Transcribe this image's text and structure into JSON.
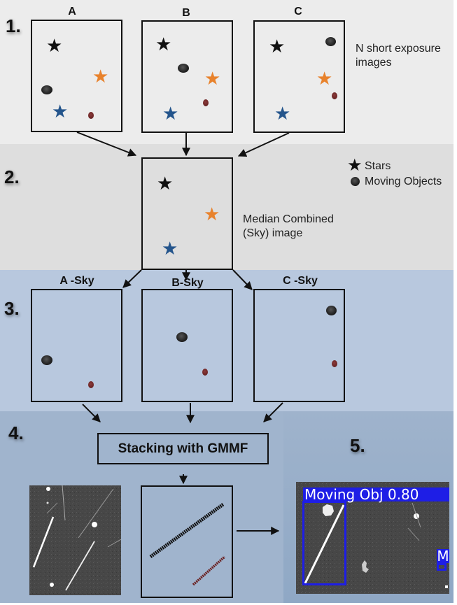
{
  "title": "Moving object detection pipeline",
  "steps": {
    "s1": {
      "number": "1.",
      "frames": [
        "A",
        "B",
        "C"
      ],
      "caption": "N short exposure images"
    },
    "s2": {
      "number": "2.",
      "caption": "Median Combined (Sky) image",
      "legend": [
        {
          "icon": "star-icon",
          "label": "Stars"
        },
        {
          "icon": "dot-icon",
          "label": "Moving Objects"
        }
      ]
    },
    "s3": {
      "number": "3.",
      "frames": [
        "A -Sky",
        "B-Sky",
        "C -Sky"
      ]
    },
    "s4": {
      "number": "4.",
      "process_label": "Stacking with GMMF"
    },
    "s5": {
      "number": "5.",
      "detection_label": "Moving Obj 0.80",
      "detection_label_partial": "M"
    }
  },
  "colors": {
    "star_black": "#111111",
    "star_orange": "#e8822c",
    "star_blue": "#24558c",
    "moving_dark": "#222222",
    "moving_red": "#6a2020",
    "detection_box": "#1e1ee6"
  }
}
